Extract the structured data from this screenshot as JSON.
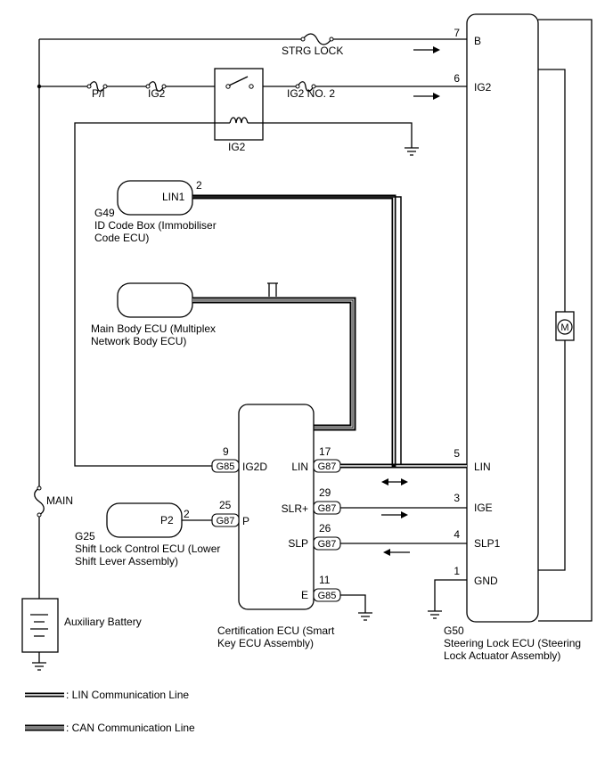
{
  "components": {
    "steering_lock_ecu": {
      "code": "G50",
      "name_line1": "Steering Lock ECU (Steering",
      "name_line2": "Lock Actuator Assembly)",
      "pins": [
        {
          "num": "7",
          "label": "B"
        },
        {
          "num": "6",
          "label": "IG2"
        },
        {
          "num": "5",
          "label": "LIN"
        },
        {
          "num": "3",
          "label": "IGE"
        },
        {
          "num": "4",
          "label": "SLP1"
        },
        {
          "num": "1",
          "label": "GND"
        }
      ],
      "motor_symbol": "M"
    },
    "certification_ecu": {
      "name_line1": "Certification ECU (Smart",
      "name_line2": "Key ECU Assembly)",
      "pins": [
        {
          "num": "9",
          "connector": "G85",
          "label": "IG2D"
        },
        {
          "num": "25",
          "connector": "G87",
          "label": "P"
        },
        {
          "num": "17",
          "connector": "G87",
          "label": "LIN"
        },
        {
          "num": "29",
          "connector": "G87",
          "label": "SLR+"
        },
        {
          "num": "26",
          "connector": "G87",
          "label": "SLP"
        },
        {
          "num": "11",
          "connector": "G85",
          "label": "E"
        }
      ]
    },
    "id_code_box": {
      "code": "G49",
      "name_line1": "ID Code Box (Immobiliser",
      "name_line2": "Code ECU)",
      "pin_label": "LIN1",
      "pin_num": "2"
    },
    "main_body_ecu": {
      "name_line1": "Main Body ECU (Multiplex",
      "name_line2": "Network Body ECU)"
    },
    "shift_lock_ecu": {
      "code": "G25",
      "name_line1": "Shift Lock Control ECU (Lower",
      "name_line2": "Shift Lever Assembly)",
      "pin_label": "P2",
      "pin_num": "2"
    },
    "battery": {
      "label": "Auxiliary Battery"
    },
    "ig2_relay": {
      "label": "IG2"
    }
  },
  "fuses": {
    "strg_lock": "STRG LOCK",
    "p_i": "P/I",
    "ig2": "IG2",
    "ig2_no2": "IG2 NO. 2",
    "main": "MAIN"
  },
  "legend": [
    {
      "label": ": LIN Communication Line"
    },
    {
      "label": ": CAN Communication Line"
    }
  ]
}
